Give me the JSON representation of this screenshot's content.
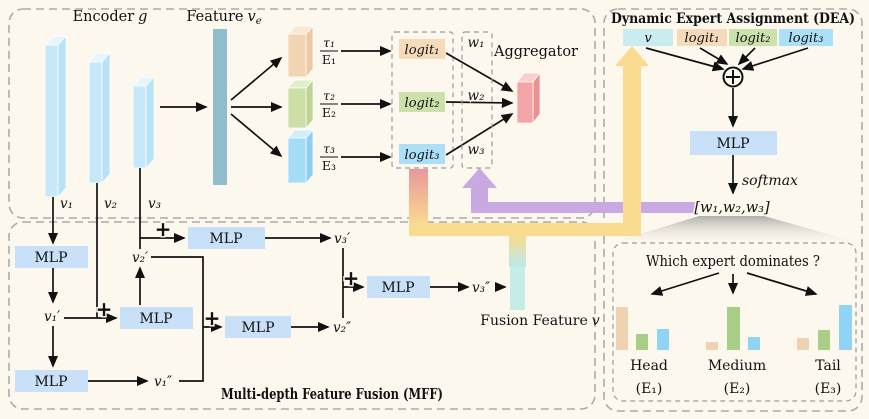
{
  "figure": {
    "encoder": {
      "title": "Encoder",
      "title_var": "g",
      "feature_title": "Feature",
      "feature_var": "v",
      "feature_sub": "e",
      "outputs": [
        "v₁",
        "v₂",
        "v₃"
      ]
    },
    "expert_branch": {
      "ratios": [
        {
          "tau": "τ₁",
          "expert": "E₁"
        },
        {
          "tau": "τ₂",
          "expert": "E₂"
        },
        {
          "tau": "τ₃",
          "expert": "E₃"
        }
      ],
      "logits": [
        "logit₁",
        "logit₂",
        "logit₃"
      ],
      "weights": [
        "w₁",
        "w₂",
        "w₃"
      ],
      "aggregator": "Aggregator"
    },
    "mff": {
      "title": "Multi-depth Feature Fusion (MFF)",
      "mlp": "MLP",
      "plus": "+",
      "nodes": {
        "v1p": "v₁′",
        "v2p": "v₂′",
        "v1pp": "v₁″",
        "v2pp": "v₂″",
        "v3p": "v₃′",
        "v3pp": "v₃″"
      },
      "fusion_label": "Fusion Feature",
      "fusion_var": "v"
    },
    "dea": {
      "title": "Dynamic Expert Assignment (DEA)",
      "inputs": [
        "v",
        "logit₁",
        "logit₂",
        "logit₃"
      ],
      "combine_icon": "circled-plus",
      "mlp": "MLP",
      "softmax": "softmax",
      "weight_vector": "[w₁,w₂,w₃]",
      "question": "Which expert dominates ?",
      "expert_histograms": {
        "series": [
          "expert-1-logit",
          "expert-2-logit",
          "expert-3-logit"
        ],
        "groups": [
          {
            "label": "Head",
            "sub": "(E₁)",
            "values": [
              43,
              16,
              21
            ]
          },
          {
            "label": "Medium",
            "sub": "(E₂)",
            "values": [
              8,
              43,
              13
            ]
          },
          {
            "label": "Tail",
            "sub": "(E₃)",
            "values": [
              12,
              20,
              45
            ]
          }
        ],
        "baseline_y": 350
      }
    },
    "colors": {
      "background": "#FCF8EE",
      "panel_border": "#ABABAB",
      "encoder_bar": "#C8E9FA",
      "feature_bar": "#8FBDCC",
      "expert1": "#F2D6B4",
      "expert2": "#CBDFA7",
      "expert3": "#A5DDF8",
      "logit1_bg": "#F5DBBA",
      "logit2_bg": "#CDE1AC",
      "logit3_bg": "#ACE0F8",
      "v_bg": "#C9EDEE",
      "mlp_bg": "#C9E1F8",
      "aggregator": "#F2A4A6",
      "path_yellow": "#F9DC8F",
      "path_purple": "#C9A9E2",
      "path_pink": "#E9989B",
      "fusion_bar": "#C5EDE7",
      "hist_orange": "#EFD2B1",
      "hist_green": "#A8CF85",
      "hist_blue": "#90D3F4"
    }
  }
}
